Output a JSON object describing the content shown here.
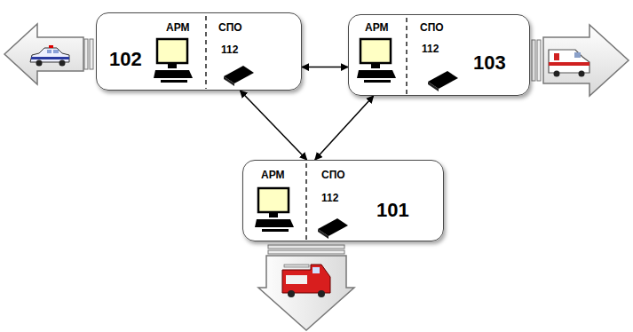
{
  "diagram": {
    "nodes": [
      {
        "text": [
          "АРМ",
          "СПО",
          "112",
          "102"
        ]
      },
      {
        "text": [
          "АРМ",
          "СПО",
          "112",
          "103"
        ]
      },
      {
        "text": [
          "АРМ",
          "СПО",
          "112",
          "101"
        ]
      }
    ],
    "edges": [
      {
        "from": 0,
        "to": 1,
        "arrow": "both"
      },
      {
        "from": 0,
        "to": 2,
        "arrow": "both"
      },
      {
        "from": 1,
        "to": 2,
        "arrow": "both"
      }
    ]
  }
}
